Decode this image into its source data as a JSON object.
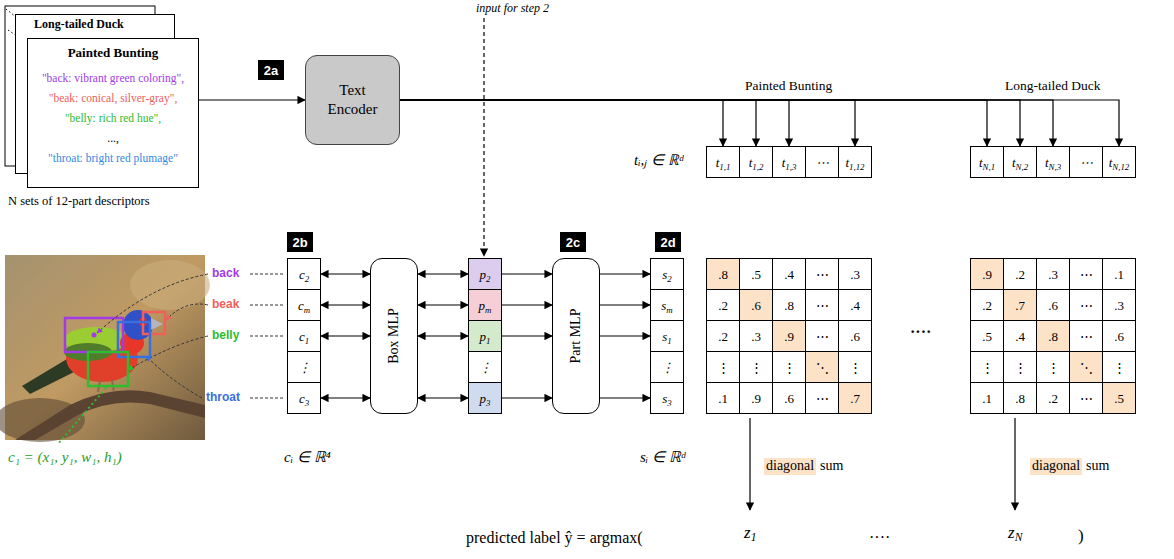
{
  "diagram": {
    "nodes": [
      {
        "text": [
          "Long-tailed Duck"
        ]
      },
      {
        "text": [
          "Painted Bunting",
          "\"back: vibrant green coloring\",",
          "\"beak: conical, silver-gray\",",
          "\"belly: rich red hue\",",
          "...,",
          "\"throat: bright red plumage\""
        ]
      },
      {
        "text": [
          "2a"
        ]
      },
      {
        "text": [
          "Text Encoder"
        ]
      },
      {
        "text": [
          "t1,1"
        ]
      },
      {
        "text": [
          "t1,2"
        ]
      },
      {
        "text": [
          "t1,3"
        ]
      },
      {
        "text": [
          "⋯"
        ]
      },
      {
        "text": [
          "t1,12"
        ]
      },
      {
        "text": [
          "tN,1"
        ]
      },
      {
        "text": [
          "tN,2"
        ]
      },
      {
        "text": [
          "tN,3"
        ]
      },
      {
        "text": [
          "⋯"
        ]
      },
      {
        "text": [
          "tN,12"
        ]
      },
      {
        "text": [
          "2b"
        ]
      },
      {
        "text": [
          "c2"
        ]
      },
      {
        "text": [
          "cm"
        ]
      },
      {
        "text": [
          "c1"
        ]
      },
      {
        "text": [
          "⋮"
        ]
      },
      {
        "text": [
          "c3"
        ]
      },
      {
        "text": [
          "Box MLP"
        ]
      },
      {
        "text": [
          "p2"
        ]
      },
      {
        "text": [
          "pm"
        ]
      },
      {
        "text": [
          "p1"
        ]
      },
      {
        "text": [
          "⋮"
        ]
      },
      {
        "text": [
          "p3"
        ]
      },
      {
        "text": [
          "2c"
        ]
      },
      {
        "text": [
          "Part MLP"
        ]
      },
      {
        "text": [
          "s2"
        ]
      },
      {
        "text": [
          "sm"
        ]
      },
      {
        "text": [
          "s1"
        ]
      },
      {
        "text": [
          "⋮"
        ]
      },
      {
        "text": [
          "s3"
        ]
      },
      {
        "text": [
          "2d"
        ]
      },
      {
        "text": [
          ".8"
        ]
      },
      {
        "text": [
          ".5"
        ]
      },
      {
        "text": [
          ".4"
        ]
      },
      {
        "text": [
          "⋯"
        ]
      },
      {
        "text": [
          ".3"
        ]
      },
      {
        "text": [
          ".2"
        ]
      },
      {
        "text": [
          ".6"
        ]
      },
      {
        "text": [
          ".8"
        ]
      },
      {
        "text": [
          "⋯"
        ]
      },
      {
        "text": [
          ".4"
        ]
      },
      {
        "text": [
          ".2"
        ]
      },
      {
        "text": [
          ".3"
        ]
      },
      {
        "text": [
          ".9"
        ]
      },
      {
        "text": [
          "⋯"
        ]
      },
      {
        "text": [
          ".6"
        ]
      },
      {
        "text": [
          "⋮"
        ]
      },
      {
        "text": [
          "⋮"
        ]
      },
      {
        "text": [
          "⋮"
        ]
      },
      {
        "text": [
          "⋱"
        ]
      },
      {
        "text": [
          "⋮"
        ]
      },
      {
        "text": [
          ".1"
        ]
      },
      {
        "text": [
          ".9"
        ]
      },
      {
        "text": [
          ".6"
        ]
      },
      {
        "text": [
          "⋯"
        ]
      },
      {
        "text": [
          ".7"
        ]
      },
      {
        "text": [
          ".9"
        ]
      },
      {
        "text": [
          ".2"
        ]
      },
      {
        "text": [
          ".3"
        ]
      },
      {
        "text": [
          "⋯"
        ]
      },
      {
        "text": [
          ".1"
        ]
      },
      {
        "text": [
          ".2"
        ]
      },
      {
        "text": [
          ".7"
        ]
      },
      {
        "text": [
          ".6"
        ]
      },
      {
        "text": [
          "⋯"
        ]
      },
      {
        "text": [
          ".3"
        ]
      },
      {
        "text": [
          ".5"
        ]
      },
      {
        "text": [
          ".4"
        ]
      },
      {
        "text": [
          ".8"
        ]
      },
      {
        "text": [
          "⋯"
        ]
      },
      {
        "text": [
          ".6"
        ]
      },
      {
        "text": [
          "⋮"
        ]
      },
      {
        "text": [
          "⋮"
        ]
      },
      {
        "text": [
          "⋮"
        ]
      },
      {
        "text": [
          "⋱"
        ]
      },
      {
        "text": [
          "⋮"
        ]
      },
      {
        "text": [
          ".1"
        ]
      },
      {
        "text": [
          ".8"
        ]
      },
      {
        "text": [
          ".2"
        ]
      },
      {
        "text": [
          "⋯"
        ]
      },
      {
        "text": [
          ".5"
        ]
      }
    ],
    "edges": [
      {
        "from": 1,
        "to": 3,
        "arrow": "to"
      },
      {
        "from": 3,
        "to": 4,
        "arrow": "to"
      },
      {
        "from": 3,
        "to": 5,
        "arrow": "to"
      },
      {
        "from": 3,
        "to": 6,
        "arrow": "to"
      },
      {
        "from": 3,
        "to": 8,
        "arrow": "to"
      },
      {
        "from": 3,
        "to": 9,
        "arrow": "to"
      },
      {
        "from": 3,
        "to": 10,
        "arrow": "to"
      },
      {
        "from": 3,
        "to": 11,
        "arrow": "to"
      },
      {
        "from": 3,
        "to": 13,
        "arrow": "to"
      },
      {
        "from": 15,
        "to": 20,
        "arrow": "both"
      },
      {
        "from": 16,
        "to": 20,
        "arrow": "both"
      },
      {
        "from": 17,
        "to": 20,
        "arrow": "both"
      },
      {
        "from": 19,
        "to": 20,
        "arrow": "both"
      },
      {
        "from": 20,
        "to": 21,
        "arrow": "both"
      },
      {
        "from": 20,
        "to": 22,
        "arrow": "both"
      },
      {
        "from": 20,
        "to": 23,
        "arrow": "both"
      },
      {
        "from": 20,
        "to": 25,
        "arrow": "both"
      },
      {
        "from": 21,
        "to": 27,
        "arrow": "to"
      },
      {
        "from": 22,
        "to": 27,
        "arrow": "to"
      },
      {
        "from": 23,
        "to": 27,
        "arrow": "to"
      },
      {
        "from": 25,
        "to": 27,
        "arrow": "to"
      },
      {
        "from": 27,
        "to": 28,
        "arrow": "to"
      },
      {
        "from": 27,
        "to": 29,
        "arrow": "to"
      },
      {
        "from": 27,
        "to": 30,
        "arrow": "to"
      },
      {
        "from": 27,
        "to": 32,
        "arrow": "to"
      }
    ],
    "labels": [
      "input for step 2",
      "N sets of 12-part descriptors",
      "Painted Bunting",
      "Long-tailed Duck",
      "tᵢ,ⱼ ∈ ℝᵈ",
      "back",
      "beak",
      "belly",
      "throat",
      "c₁ = (x₁, y₁, w₁, h₁)",
      "cᵢ ∈ ℝ⁴",
      "sᵢ ∈ ℝᵈ",
      "····",
      "diagonal",
      "sum",
      "diagonal",
      "sum",
      "predicted label ŷ = argmax(",
      "z1",
      "····",
      "zN",
      ")"
    ]
  }
}
